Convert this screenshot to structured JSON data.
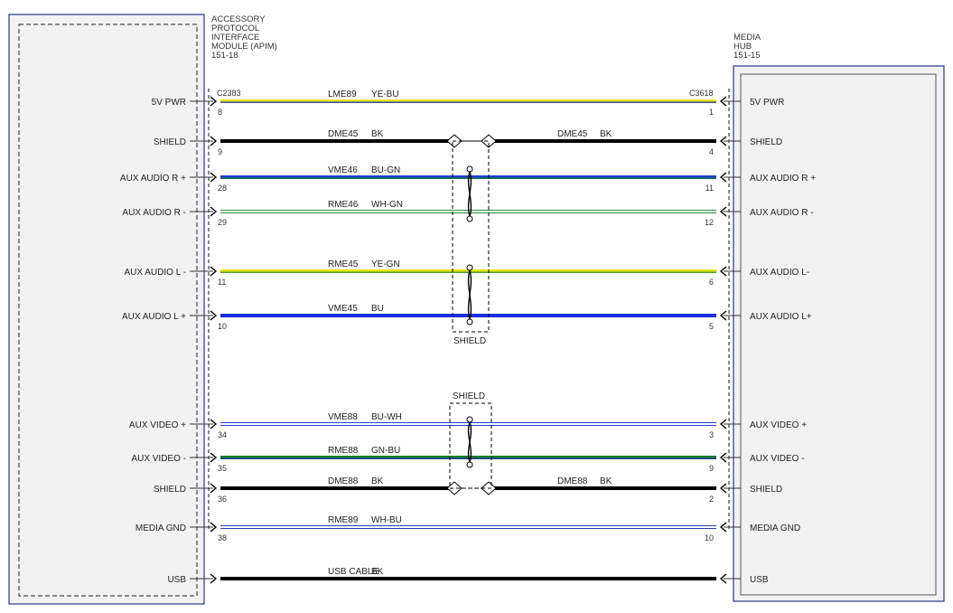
{
  "left_module": {
    "title_lines": [
      "ACCESSORY",
      "PROTOCOL",
      "INTERFACE",
      "MODULE (APIM)",
      "151-18"
    ],
    "connector": "C2383"
  },
  "right_module": {
    "title_lines": [
      "MEDIA",
      "HUB",
      "151-15"
    ],
    "connector": "C3618"
  },
  "wires": [
    {
      "left_label": "5V PWR",
      "left_pin": "8",
      "right_label": "5V PWR",
      "right_pin": "1",
      "circuit": "LME89",
      "color_code": "YE-BU",
      "colors": [
        "#e6e600",
        "#2a3db0"
      ]
    },
    {
      "left_label": "SHIELD",
      "left_pin": "9",
      "right_label": "SHIELD",
      "right_pin": "4",
      "circuit": "DME45",
      "color_code": "BK",
      "right_circuit": "DME45",
      "right_color_code": "BK",
      "colors": [
        "#000000"
      ],
      "split": true
    },
    {
      "left_label": "AUX AUDIO R +",
      "left_pin": "28",
      "right_label": "AUX AUDIO R +",
      "right_pin": "11",
      "circuit": "VME46",
      "color_code": "BU-GN",
      "colors": [
        "#1f3fd0",
        "#1a7a3a"
      ]
    },
    {
      "left_label": "AUX AUDIO R -",
      "left_pin": "29",
      "right_label": "AUX AUDIO R -",
      "right_pin": "12",
      "circuit": "RME46",
      "color_code": "WH-GN",
      "colors": [
        "#ffffff",
        "#2e8b3e"
      ]
    },
    {
      "left_label": "AUX AUDIO L -",
      "left_pin": "11",
      "right_label": "AUX AUDIO L-",
      "right_pin": "6",
      "circuit": "RME45",
      "color_code": "YE-GN",
      "colors": [
        "#e6e600",
        "#3a9a3a"
      ]
    },
    {
      "left_label": "AUX AUDIO L +",
      "left_pin": "10",
      "right_label": "AUX AUDIO L+",
      "right_pin": "5",
      "circuit": "VME45",
      "color_code": "BU",
      "colors": [
        "#1a2fe0"
      ]
    },
    {
      "left_label": "AUX VIDEO +",
      "left_pin": "34",
      "right_label": "AUX VIDEO +",
      "right_pin": "3",
      "circuit": "VME88",
      "color_code": "BU-WH",
      "colors": [
        "#ffffff",
        "#1f3fd0"
      ]
    },
    {
      "left_label": "AUX VIDEO -",
      "left_pin": "35",
      "right_label": "AUX VIDEO -",
      "right_pin": "9",
      "circuit": "RME88",
      "color_code": "GN-BU",
      "colors": [
        "#1a7a2a",
        "#1f3fa0"
      ]
    },
    {
      "left_label": "SHIELD",
      "left_pin": "36",
      "right_label": "SHIELD",
      "right_pin": "2",
      "circuit": "DME88",
      "color_code": "BK",
      "right_circuit": "DME88",
      "right_color_code": "BK",
      "colors": [
        "#000000"
      ],
      "split": true
    },
    {
      "left_label": "MEDIA GND",
      "left_pin": "38",
      "right_label": "MEDIA GND",
      "right_pin": "10",
      "circuit": "RME89",
      "color_code": "WH-BU",
      "colors": [
        "#ffffff",
        "#2a3db0"
      ]
    },
    {
      "left_label": "USB",
      "left_pin": "",
      "right_label": "USB",
      "right_pin": "",
      "circuit": "USB CABLE",
      "color_code": "BK",
      "colors": [
        "#000000"
      ]
    }
  ],
  "shield_groups": [
    {
      "label": "SHIELD"
    },
    {
      "label": "SHIELD"
    }
  ]
}
